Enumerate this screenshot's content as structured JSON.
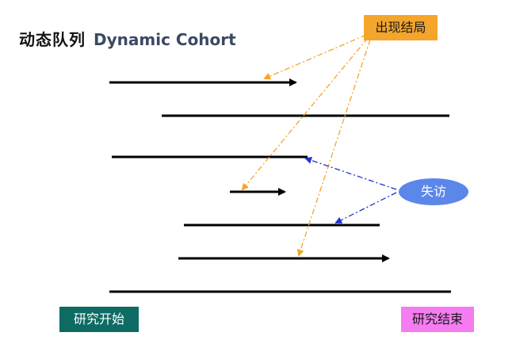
{
  "title": {
    "chinese": "动态队列",
    "english": "Dynamic Cohort"
  },
  "labels": {
    "outcome": "出现结局",
    "lost_to_follow_up": "失访",
    "study_start": "研究开始",
    "study_end": "研究结束"
  },
  "colors": {
    "outcome_badge": "#f4a52b",
    "lost_ellipse": "#5b87ea",
    "start_badge": "#0d6b63",
    "end_badge": "#f57cf1",
    "outcome_pointer": "#f4a52b",
    "lost_pointer": "#2233cc",
    "participant_line": "#000000"
  },
  "participants": [
    {
      "index": 1,
      "ending": "outcome"
    },
    {
      "index": 2,
      "ending": "study_end"
    },
    {
      "index": 3,
      "ending": "lost_to_follow_up"
    },
    {
      "index": 4,
      "ending": "outcome"
    },
    {
      "index": 5,
      "ending": "lost_to_follow_up"
    },
    {
      "index": 6,
      "ending": "outcome"
    },
    {
      "index": 7,
      "ending": "study_end"
    }
  ]
}
